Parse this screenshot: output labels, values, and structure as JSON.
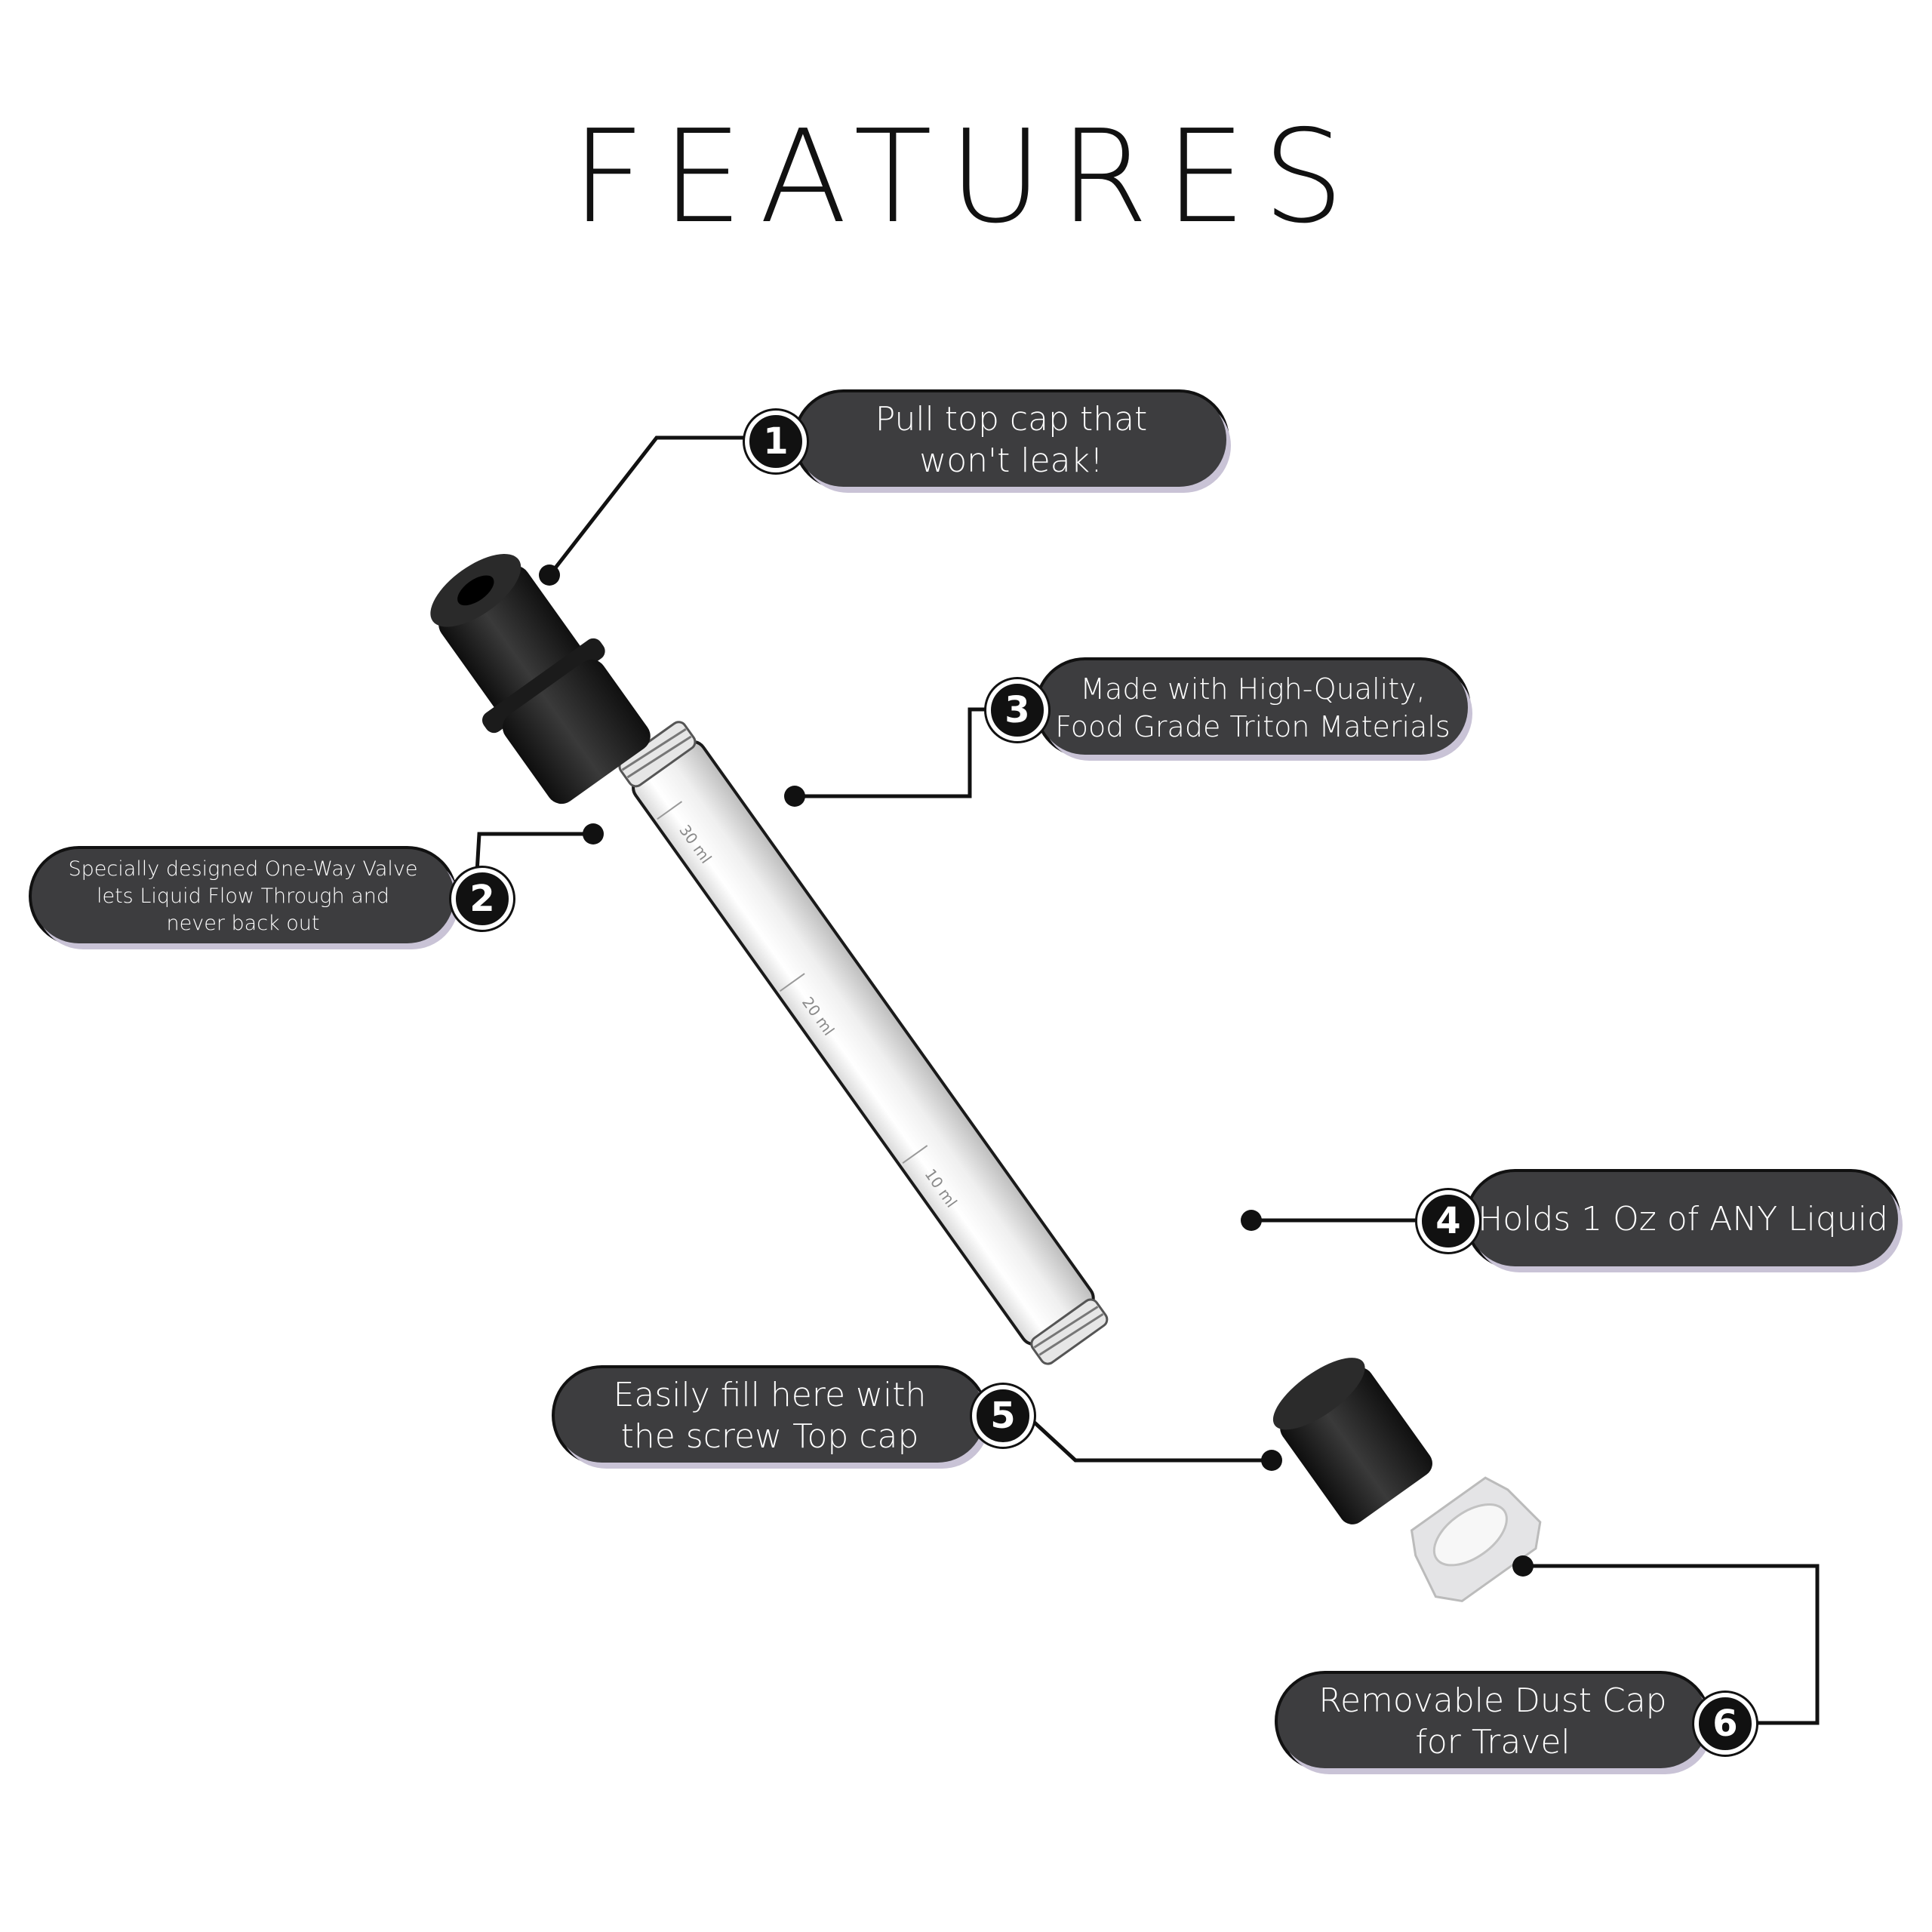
{
  "title": "FEATURES",
  "callouts": [
    {
      "number": "1",
      "line1": "Pull top cap that",
      "line2": "won't leak!",
      "line3": ""
    },
    {
      "number": "2",
      "line1": "Specially designed One-Way Valve",
      "line2": "lets Liquid Flow Through and",
      "line3": "never back out"
    },
    {
      "number": "3",
      "line1": "Made with High-Quality,",
      "line2": "Food Grade Triton Materials",
      "line3": ""
    },
    {
      "number": "4",
      "line1": "Holds 1 Oz of ANY Liquid",
      "line2": "",
      "line3": ""
    },
    {
      "number": "5",
      "line1": "Easily fill here with",
      "line2": "the screw Top cap",
      "line3": ""
    },
    {
      "number": "6",
      "line1": "Removable Dust Cap",
      "line2": "for Travel",
      "line3": ""
    }
  ],
  "graduations": [
    "30 ml",
    "20 ml",
    "10 ml"
  ],
  "colors": {
    "callout_bg": "#3d3d3f",
    "badge_bg": "#111111",
    "shadow": "#c9c3d6",
    "cap": "#1e1e1e",
    "tube": "#f2f2f2"
  }
}
